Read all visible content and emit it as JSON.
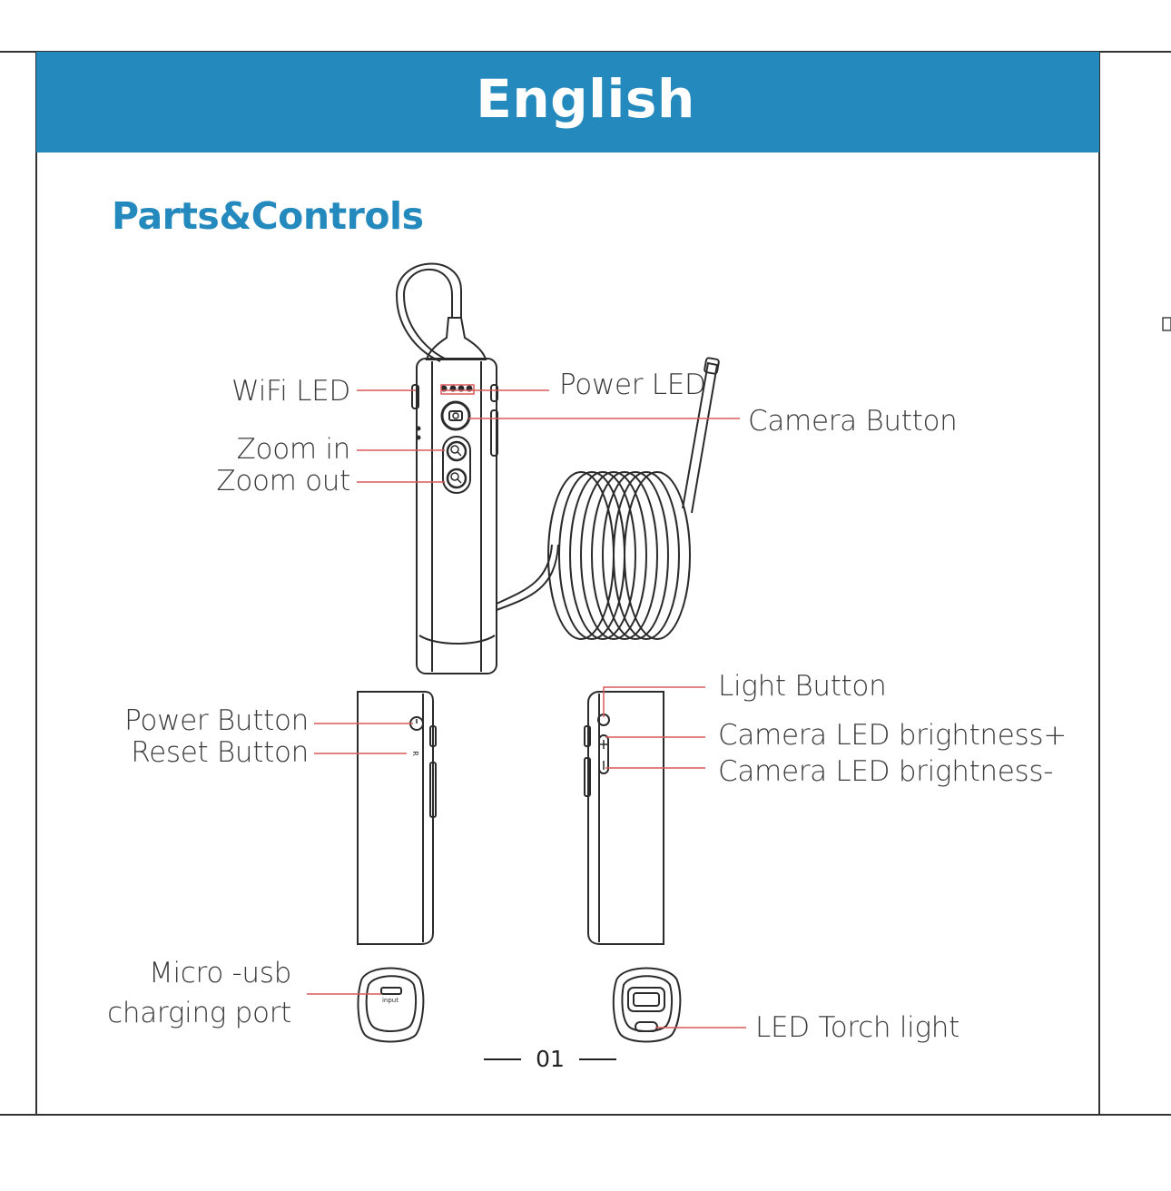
{
  "header": {
    "language_title": "English"
  },
  "section": {
    "title": "Parts&Controls"
  },
  "labels": {
    "wifi_led": "WiFi LED",
    "power_led": "Power LED",
    "camera_button": "Camera Button",
    "zoom_in": "Zoom in",
    "zoom_out": "Zoom out",
    "power_button": "Power Button",
    "reset_button": "Reset Button",
    "light_button": "Light Button",
    "camera_led_brightness_plus": "Camera LED brightness+",
    "camera_led_brightness_minus": "Camera LED brightness-",
    "micro_usb_line1": "Micro -usb",
    "micro_usb_line2": "charging port",
    "led_torch_light": "LED  Torch light",
    "port_marking": "input",
    "reset_marking": "R"
  },
  "footer": {
    "page_number": "01"
  },
  "colors": {
    "banner": "#2489bd",
    "accent_text": "#2489bd",
    "callout_line": "#d9585a",
    "frame_line": "#333333"
  }
}
